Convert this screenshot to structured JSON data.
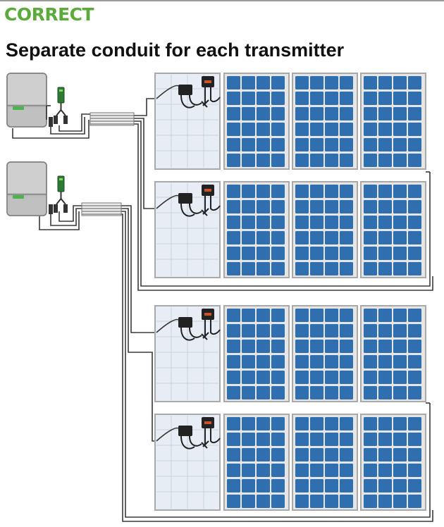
{
  "header": {
    "label": "CORRECT",
    "title": "Separate conduit for each transmitter"
  },
  "colors": {
    "correct_green": "#5aab3c",
    "panel_blue": "#2f6fb0",
    "panel_frame": "#a9a9a9",
    "transmitter_back": "#e8edf5",
    "inverter_gray": "#cfcfcf",
    "inverter_status": "#4db34d",
    "conduit_gray": "#777777",
    "wire": "#333333"
  },
  "diagram": {
    "inverters": 2,
    "panel_rows": 4,
    "panels_per_row": 3,
    "transmitters_per_row": 1,
    "conduits": 2
  }
}
